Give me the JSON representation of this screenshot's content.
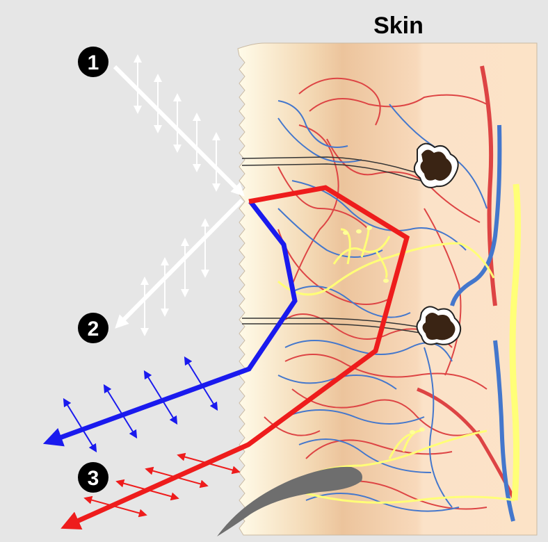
{
  "title": "Skin",
  "markers": [
    "1",
    "2",
    "3"
  ],
  "colors": {
    "background": "#e6e6e6",
    "skin_light": "#fbe8cc",
    "skin_mid": "#f1c9a4",
    "incident_light": "#ffffff",
    "blue_path": "#1a1aee",
    "red_path": "#ee1c1c",
    "artery": "#dd4444",
    "vein": "#4477cc",
    "nerve": "#ffff77",
    "gland": "#3a2414",
    "hair": "#6e6e6e",
    "marker_fill": "#000000"
  },
  "icons": [
    "sweat-gland-icon",
    "hair-icon",
    "polarization-arrow-icon"
  ]
}
